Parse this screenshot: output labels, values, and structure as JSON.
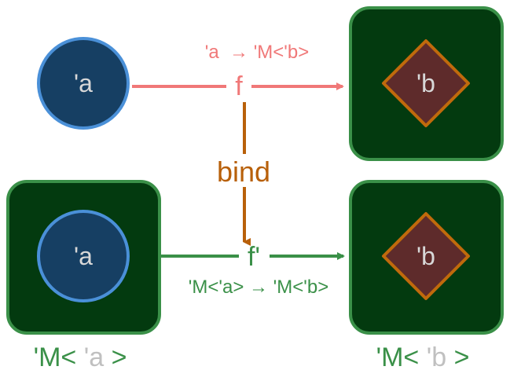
{
  "top": {
    "source_label": "'a",
    "target_label": "'b",
    "function_label": "f",
    "signature": "'a  → 'M<'b>",
    "color": "#f07878"
  },
  "bind": {
    "label": "bind",
    "color": "#b8600a"
  },
  "bottom": {
    "source_label": "'a",
    "target_label": "'b",
    "function_label": "f'",
    "signature": "'M<'a> → 'M<'b>",
    "color": "#3a9048"
  },
  "containers": {
    "left": {
      "prefix": "'M<",
      "inner": "'a",
      "suffix": ">"
    },
    "right": {
      "prefix": "'M<",
      "inner": "'b",
      "suffix": ">"
    }
  },
  "colors": {
    "box_fill": "#033a0f",
    "box_stroke": "#3a9048",
    "circle_fill": "#163f63",
    "circle_stroke": "#4a90d8",
    "diamond_fill": "#5e2b2b",
    "diamond_stroke": "#c06a0c",
    "node_text": "#d8d8d8",
    "dim_text": "#c0c0c0"
  }
}
